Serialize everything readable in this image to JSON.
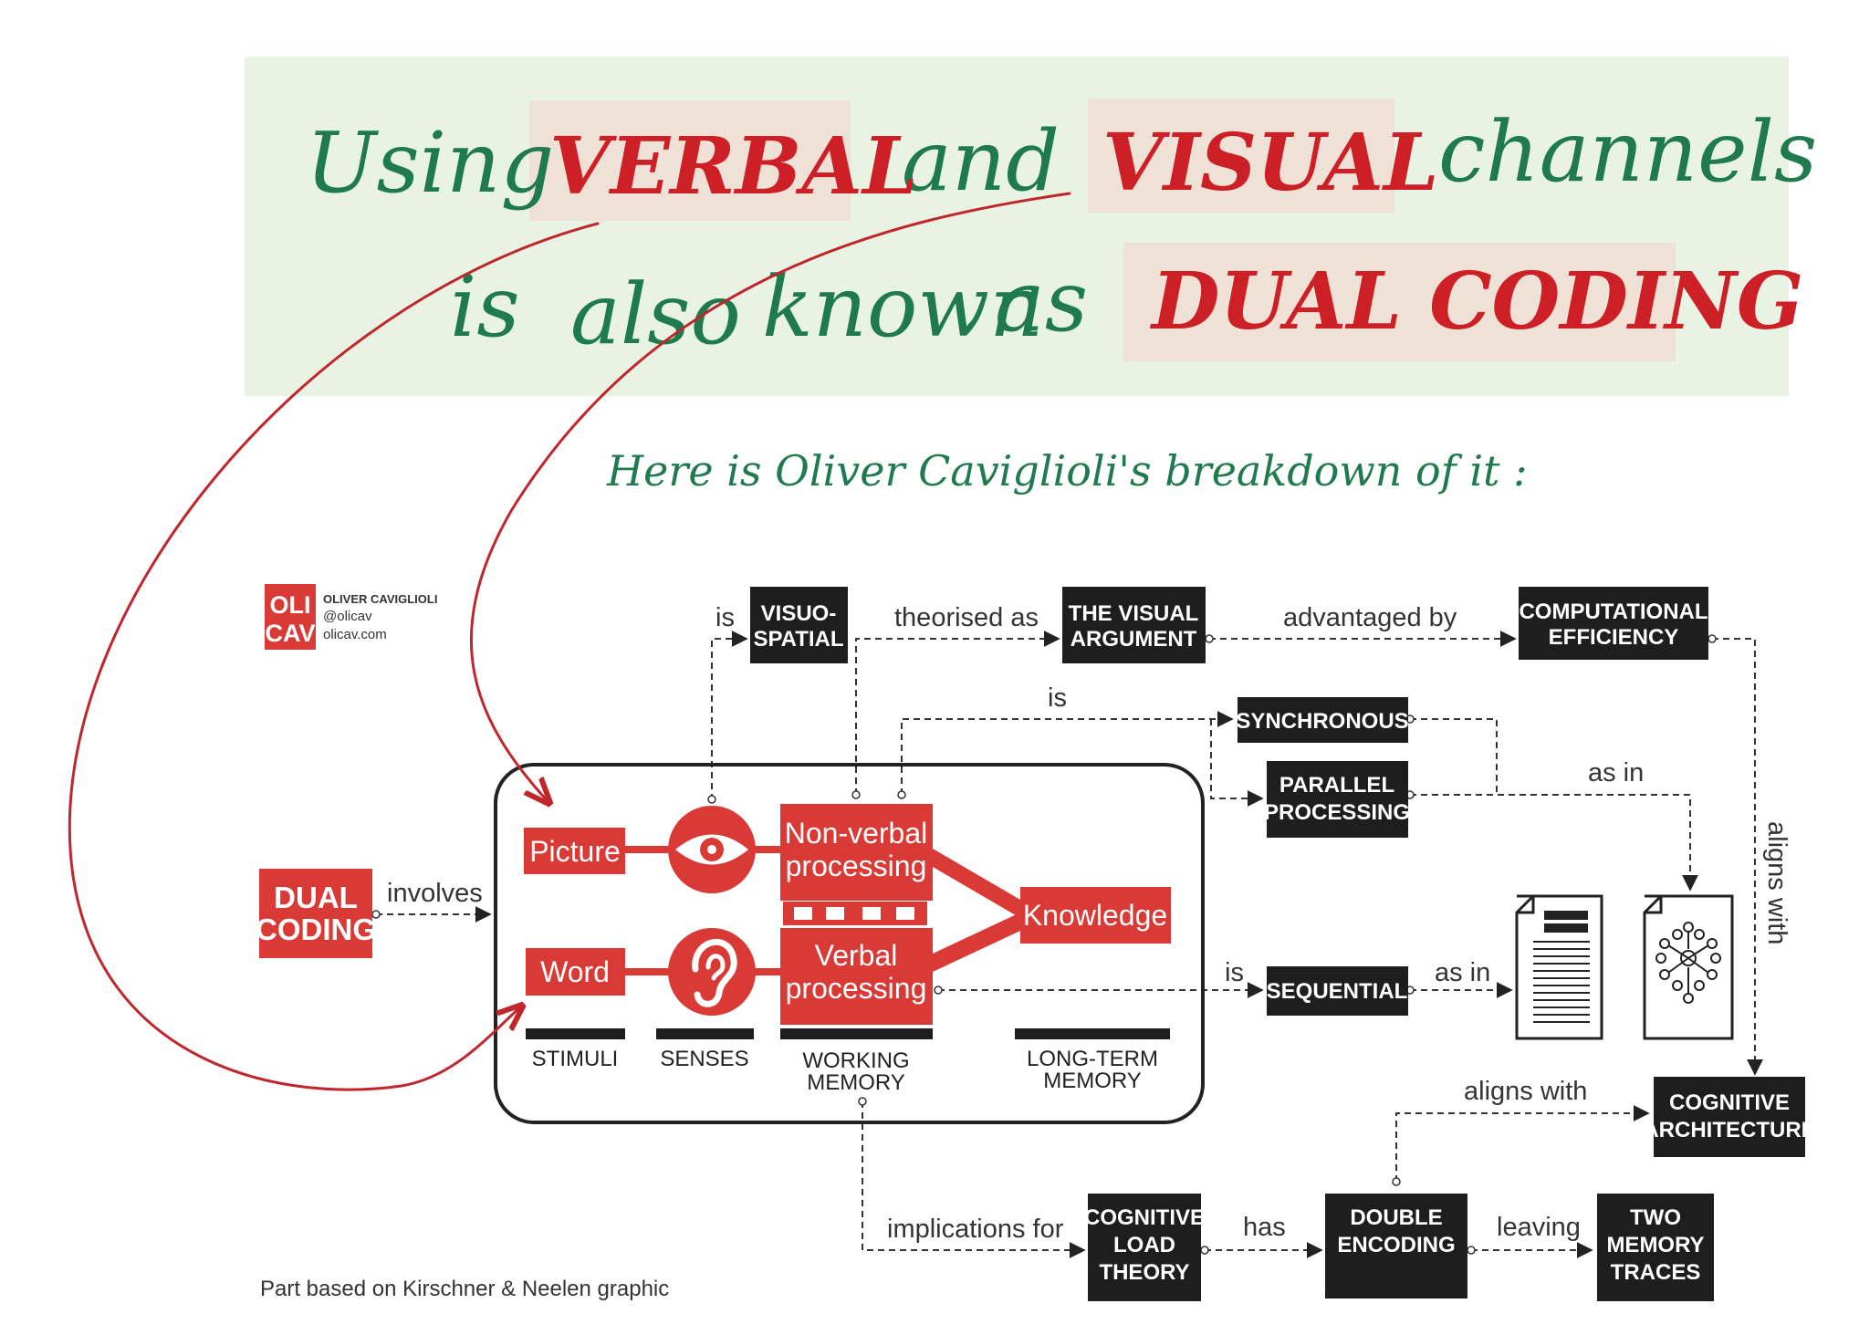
{
  "heading": {
    "line1_using": "Using",
    "line1_verbal": "VERBAL",
    "line1_and": "and",
    "line1_visual": "VISUAL",
    "line1_channels": "channels",
    "line2_is": "is",
    "line2_also": "also",
    "line2_known": "known",
    "line2_as": "as",
    "line2_dual": "DUAL CODING",
    "line2_period": "."
  },
  "subheading": "Here is Oliver Caviglioli's breakdown of it :",
  "logo": {
    "mark_top": "OLI",
    "mark_bottom": "CAV",
    "name": "OLIVER CAVIGLIOLI",
    "handle": "@olicav",
    "site": "olicav.com"
  },
  "boxes": {
    "dual_coding": [
      "DUAL",
      "CODING"
    ],
    "visuo_spatial": [
      "VISUO-",
      "SPATIAL"
    ],
    "visual_argument": [
      "THE VISUAL",
      "ARGUMENT"
    ],
    "computational_efficiency": [
      "COMPUTATIONAL",
      "EFFICIENCY"
    ],
    "synchronous": [
      "SYNCHRONOUS"
    ],
    "parallel_processing": [
      "PARALLEL",
      "PROCESSING"
    ],
    "sequential": [
      "SEQUENTIAL"
    ],
    "cognitive_architecture": [
      "COGNITIVE",
      "ARCHITECTURE"
    ],
    "cognitive_load_theory": [
      "COGNITIVE",
      "LOAD",
      "THEORY"
    ],
    "double_encoding": [
      "DOUBLE",
      "ENCODING"
    ],
    "two_memory_traces": [
      "TWO",
      "MEMORY",
      "TRACES"
    ],
    "picture": [
      "Picture"
    ],
    "word": [
      "Word"
    ],
    "nonverbal": [
      "Non-verbal",
      "processing"
    ],
    "verbal": [
      "Verbal",
      "processing"
    ],
    "knowledge": [
      "Knowledge"
    ]
  },
  "stages": {
    "stimuli": [
      "STIMULI"
    ],
    "senses": [
      "SENSES"
    ],
    "working_memory": [
      "WORKING",
      "MEMORY"
    ],
    "long_term_memory": [
      "LONG-TERM",
      "MEMORY"
    ]
  },
  "edge_labels": {
    "involves": "involves",
    "is_visuo": "is",
    "theorised_as": "theorised as",
    "advantaged_by": "advantaged by",
    "is_sync": "is",
    "as_in_parallel": "as in",
    "aligns_with_vertical": "aligns with",
    "is_sequential": "is",
    "as_in_sequential": "as in",
    "aligns_with_arch": "aligns with",
    "implications_for": "implications for",
    "has": "has",
    "leaving": "leaving"
  },
  "footnote": "Part based on Kirschner & Neelen graphic",
  "colors": {
    "handwriting_green": "#1f7a4d",
    "handwriting_red": "#cc1f26",
    "banner_bg": "#e9f3e3",
    "highlight_bg": "#f0e1d6",
    "diagram_red": "#da3a35",
    "box_dark": "#1e1e1e",
    "arrow_red": "#c0272d"
  }
}
